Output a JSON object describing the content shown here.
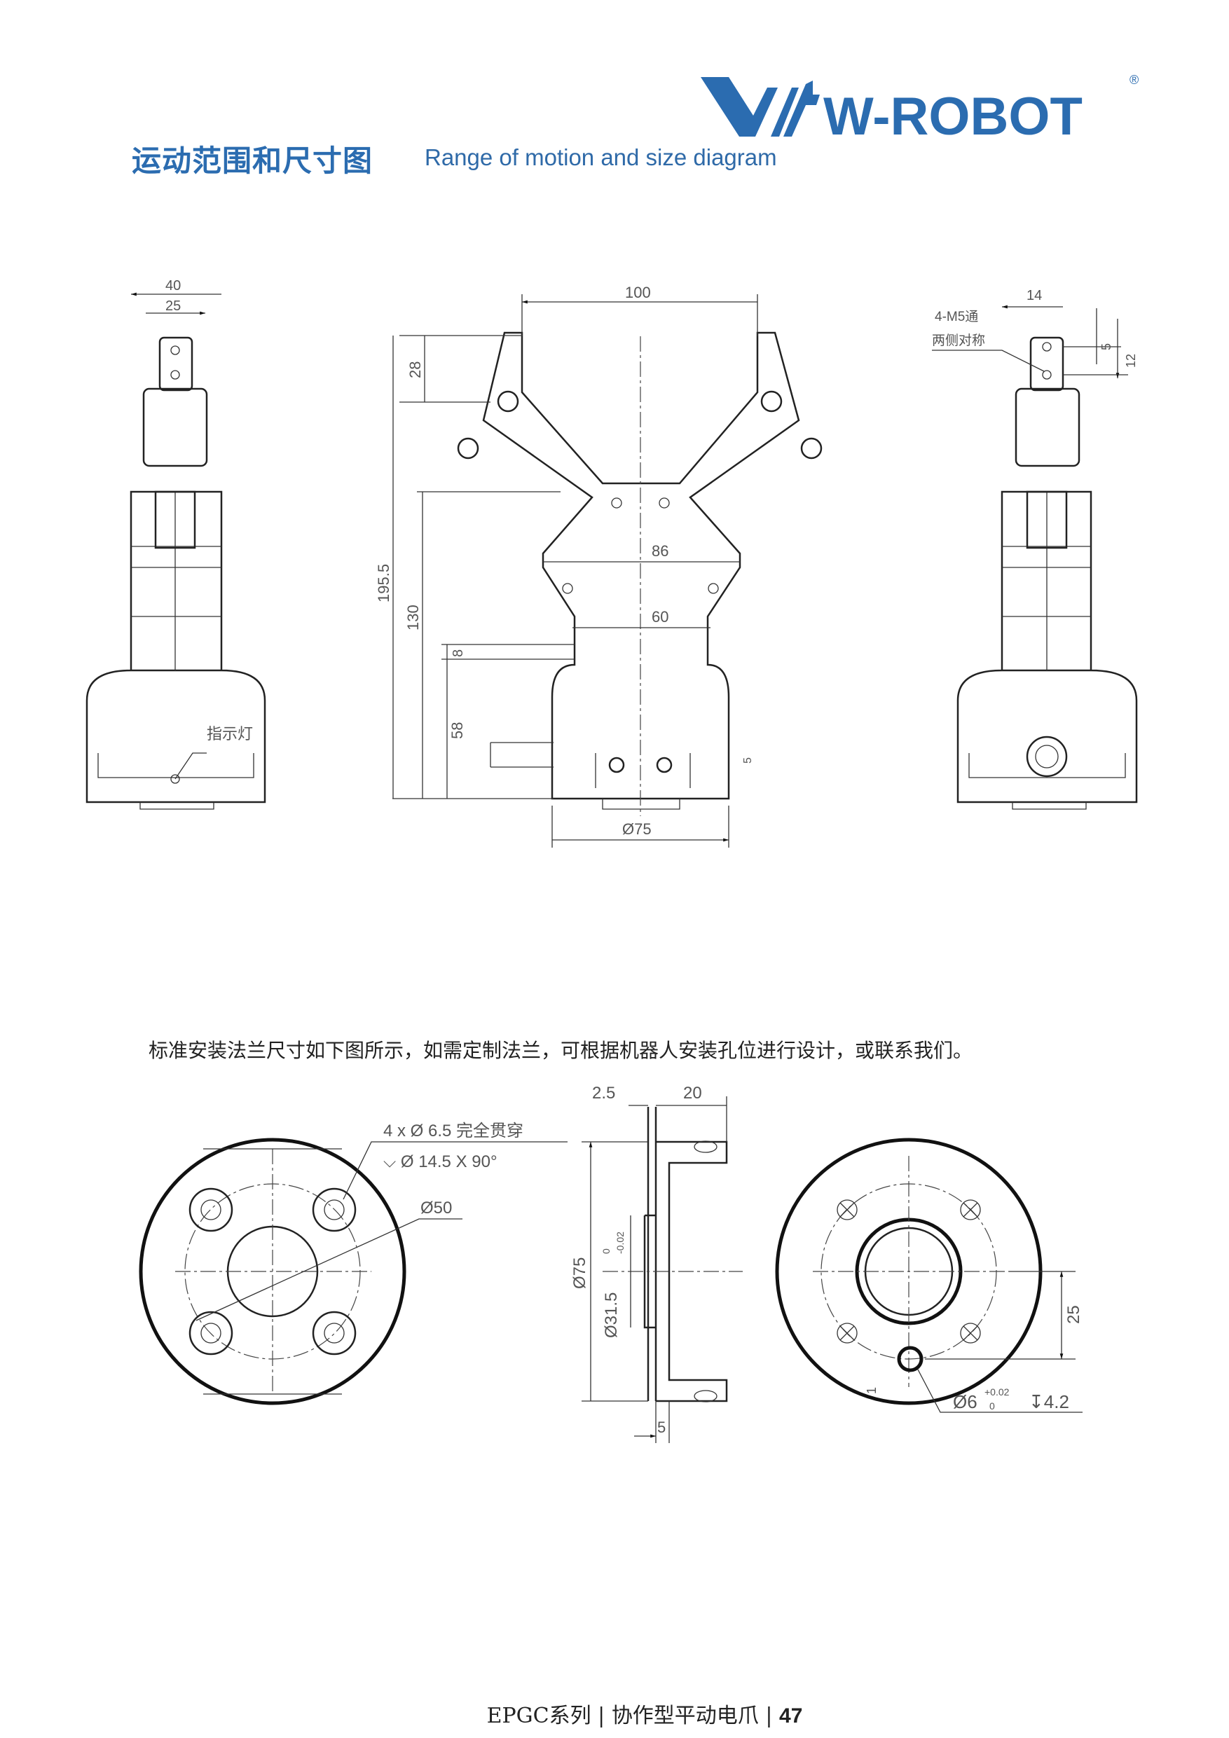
{
  "logo": {
    "text": "W-ROBOT",
    "registered": "®",
    "color": "#2b6cb0"
  },
  "header": {
    "title_cn": "运动范围和尺寸图",
    "title_en": "Range of motion and size diagram"
  },
  "top_drawings": {
    "left_view": {
      "dim_40": "40",
      "dim_25": "25",
      "indicator_label": "指示灯"
    },
    "front_view": {
      "dim_100": "100",
      "dim_28": "28",
      "dim_195_5": "195.5",
      "dim_130": "130",
      "dim_8": "8",
      "dim_58": "58",
      "dim_86": "86",
      "dim_60": "60",
      "dim_75": "Ø75",
      "dim_5": "5"
    },
    "right_view": {
      "dim_14": "14",
      "dim_5": "5",
      "dim_12": "12",
      "note_line1": "4-M5通",
      "note_line2": "两侧对称"
    }
  },
  "paragraph": "标准安装法兰尺寸如下图所示，如需定制法兰，可根据机器人安装孔位进行设计，或联系我们。",
  "flange_drawings": {
    "front": {
      "hole_note": "4 x Ø 6.5 完全贯穿",
      "countersink_note": "⌵ Ø 14.5 X 90°",
      "pcd": "Ø50"
    },
    "side": {
      "dim_2_5": "2.5",
      "dim_20": "20",
      "dim_75": "Ø75",
      "dim_31_5": "Ø31.5",
      "tol_upper": "0",
      "tol_lower": "-0.02",
      "dim_5": "5"
    },
    "back": {
      "dim_25": "25",
      "dim_1": "1",
      "pin_note": "Ø6",
      "pin_tol_upper": "+0.02",
      "pin_tol_lower": "0",
      "pin_depth": "↧4.2"
    }
  },
  "footer": {
    "series": "EPGC系列",
    "sep": "|",
    "product": "协作型平动电爪",
    "page": "47"
  }
}
